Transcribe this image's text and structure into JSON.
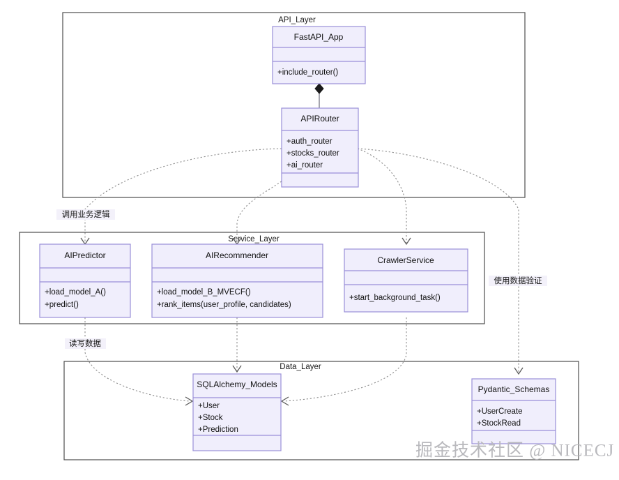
{
  "diagram": {
    "type": "uml-class-diagram",
    "background": "#ffffff",
    "class_fill": "#f0eefc",
    "class_stroke": "#9a8fd8",
    "frame_stroke": "#4d4d4d",
    "link_stroke": "#8c8c8c",
    "watermark": "掘金技术社区 @ NICECJ"
  },
  "frames": [
    {
      "id": "api",
      "label": "API_Layer"
    },
    {
      "id": "service",
      "label": "Service_Layer"
    },
    {
      "id": "data",
      "label": "Data_Layer"
    }
  ],
  "classes": [
    {
      "id": "fastapi_app",
      "name": "FastAPI_App",
      "attributes": [],
      "methods": [
        "+include_router()"
      ]
    },
    {
      "id": "apirouter",
      "name": "APIRouter",
      "attributes": [
        "+auth_router",
        "+stocks_router",
        "+ai_router"
      ],
      "methods": []
    },
    {
      "id": "aipredictor",
      "name": "AIPredictor",
      "attributes": [],
      "methods": [
        "+load_model_A()",
        "+predict()"
      ]
    },
    {
      "id": "airecommender",
      "name": "AIRecommender",
      "attributes": [],
      "methods": [
        "+load_model_B_MVECF()",
        "+rank_items(user_profile, candidates)"
      ]
    },
    {
      "id": "crawlerservice",
      "name": "CrawlerService",
      "attributes": [],
      "methods": [
        "+start_background_task()"
      ]
    },
    {
      "id": "sqlalchemy_models",
      "name": "SQLAlchemy_Models",
      "attributes": [
        "+User",
        "+Stock",
        "+Prediction"
      ],
      "methods": []
    },
    {
      "id": "pydantic_schemas",
      "name": "Pydantic_Schemas",
      "attributes": [
        "+UserCreate",
        "+StockRead"
      ],
      "methods": []
    }
  ],
  "edge_labels": [
    {
      "id": "call-business-logic",
      "text": "调用业务逻辑"
    },
    {
      "id": "use-data-validation",
      "text": "使用数据验证"
    },
    {
      "id": "read-write-data",
      "text": "读写数据"
    }
  ],
  "relations": [
    {
      "from": "fastapi_app",
      "to": "apirouter",
      "kind": "composition"
    },
    {
      "from": "apirouter",
      "to": "aipredictor",
      "kind": "dependency",
      "label": "调用业务逻辑"
    },
    {
      "from": "apirouter",
      "to": "airecommender",
      "kind": "dependency"
    },
    {
      "from": "apirouter",
      "to": "crawlerservice",
      "kind": "dependency"
    },
    {
      "from": "apirouter",
      "to": "pydantic_schemas",
      "kind": "dependency",
      "label": "使用数据验证"
    },
    {
      "from": "aipredictor",
      "to": "sqlalchemy_models",
      "kind": "dependency",
      "label": "读写数据"
    },
    {
      "from": "airecommender",
      "to": "sqlalchemy_models",
      "kind": "dependency"
    },
    {
      "from": "crawlerservice",
      "to": "sqlalchemy_models",
      "kind": "dependency"
    }
  ]
}
